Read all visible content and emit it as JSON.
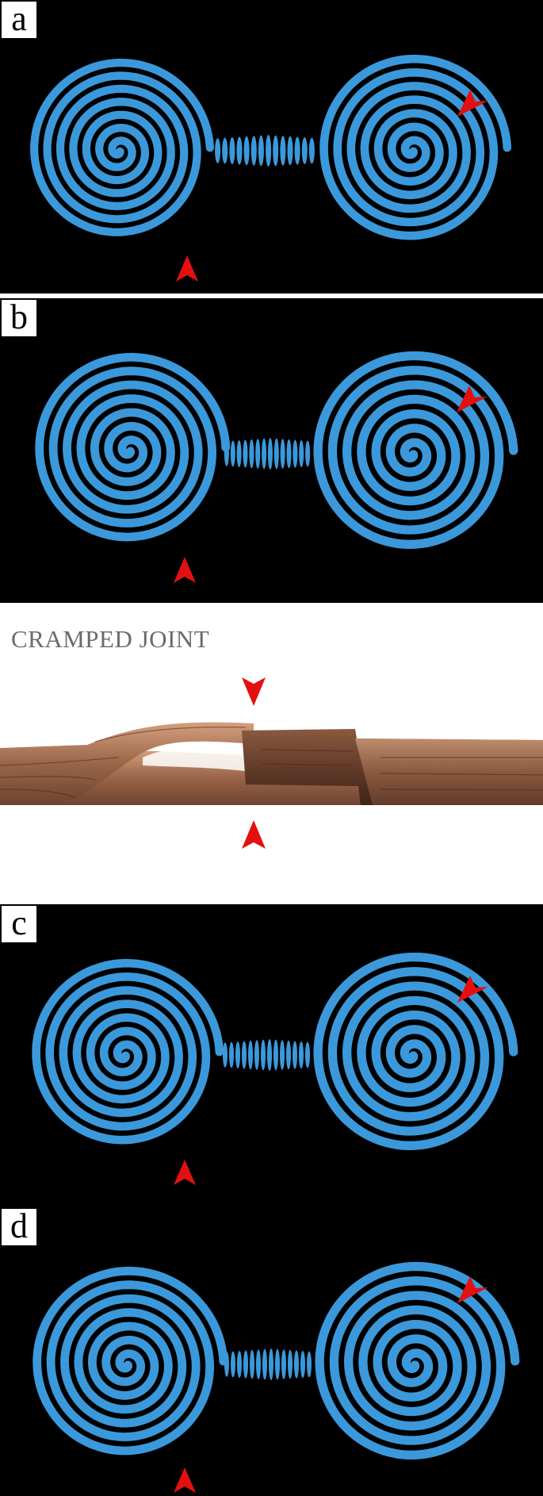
{
  "figure": {
    "panels": [
      {
        "label": "a"
      },
      {
        "label": "b"
      },
      {
        "label": "c"
      },
      {
        "label": "d"
      }
    ],
    "caption": "CRAMPED JOINT",
    "colors": {
      "background": "#000000",
      "coil": "#3b99db",
      "arrow": "#e41010",
      "wood_light": "#b07a5a",
      "wood_dark": "#5a3322"
    }
  }
}
